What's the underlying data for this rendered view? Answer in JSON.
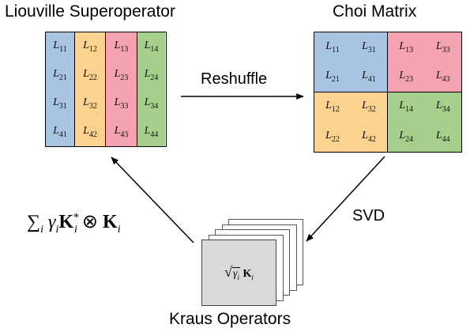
{
  "liouville": {
    "title": "Liouville Superoperator",
    "columns": [
      {
        "color": "#a9c4e3",
        "cells": [
          [
            "L",
            "11"
          ],
          [
            "L",
            "21"
          ],
          [
            "L",
            "31"
          ],
          [
            "L",
            "41"
          ]
        ]
      },
      {
        "color": "#fcd28f",
        "cells": [
          [
            "L",
            "12"
          ],
          [
            "L",
            "22"
          ],
          [
            "L",
            "32"
          ],
          [
            "L",
            "42"
          ]
        ]
      },
      {
        "color": "#f5a3b1",
        "cells": [
          [
            "L",
            "13"
          ],
          [
            "L",
            "23"
          ],
          [
            "L",
            "33"
          ],
          [
            "L",
            "43"
          ]
        ]
      },
      {
        "color": "#a6cf8c",
        "cells": [
          [
            "L",
            "14"
          ],
          [
            "L",
            "24"
          ],
          [
            "L",
            "34"
          ],
          [
            "L",
            "44"
          ]
        ]
      }
    ]
  },
  "choi": {
    "title": "Choi Matrix",
    "blocks": [
      {
        "color": "#a9c4e3",
        "cells": [
          [
            "L",
            "11"
          ],
          [
            "L",
            "31"
          ],
          [
            "L",
            "21"
          ],
          [
            "L",
            "41"
          ]
        ]
      },
      {
        "color": "#f5a3b1",
        "cells": [
          [
            "L",
            "13"
          ],
          [
            "L",
            "33"
          ],
          [
            "L",
            "23"
          ],
          [
            "L",
            "43"
          ]
        ]
      },
      {
        "color": "#fcd28f",
        "cells": [
          [
            "L",
            "12"
          ],
          [
            "L",
            "32"
          ],
          [
            "L",
            "22"
          ],
          [
            "L",
            "42"
          ]
        ]
      },
      {
        "color": "#a6cf8c",
        "cells": [
          [
            "L",
            "14"
          ],
          [
            "L",
            "34"
          ],
          [
            "L",
            "24"
          ],
          [
            "L",
            "44"
          ]
        ]
      }
    ]
  },
  "arrows": {
    "reshuffle": "Reshuffle",
    "svd": "SVD"
  },
  "kraus": {
    "title": "Kraus Operators",
    "sqrt_symbol": "√",
    "gamma": "γ",
    "sub_i": "i",
    "operator": "K",
    "sheet_count": 5
  },
  "sum_formula": {
    "sigma": "∑",
    "sub_i": "i",
    "gamma": "γ",
    "K": "K",
    "star": "*",
    "otimes": "⊗"
  }
}
